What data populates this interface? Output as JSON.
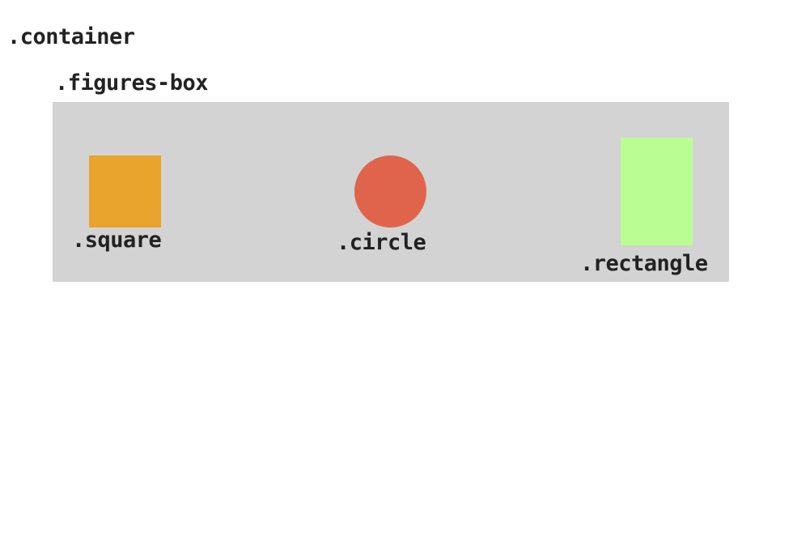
{
  "container": {
    "label": ".container"
  },
  "figures_box": {
    "label": ".figures-box",
    "background": "#d3d3d3"
  },
  "figures": {
    "square": {
      "label": ".square",
      "color": "#e9a42e"
    },
    "circle": {
      "label": ".circle",
      "color": "#e0644c"
    },
    "rectangle": {
      "label": ".rectangle",
      "color": "#b9fd93"
    }
  }
}
